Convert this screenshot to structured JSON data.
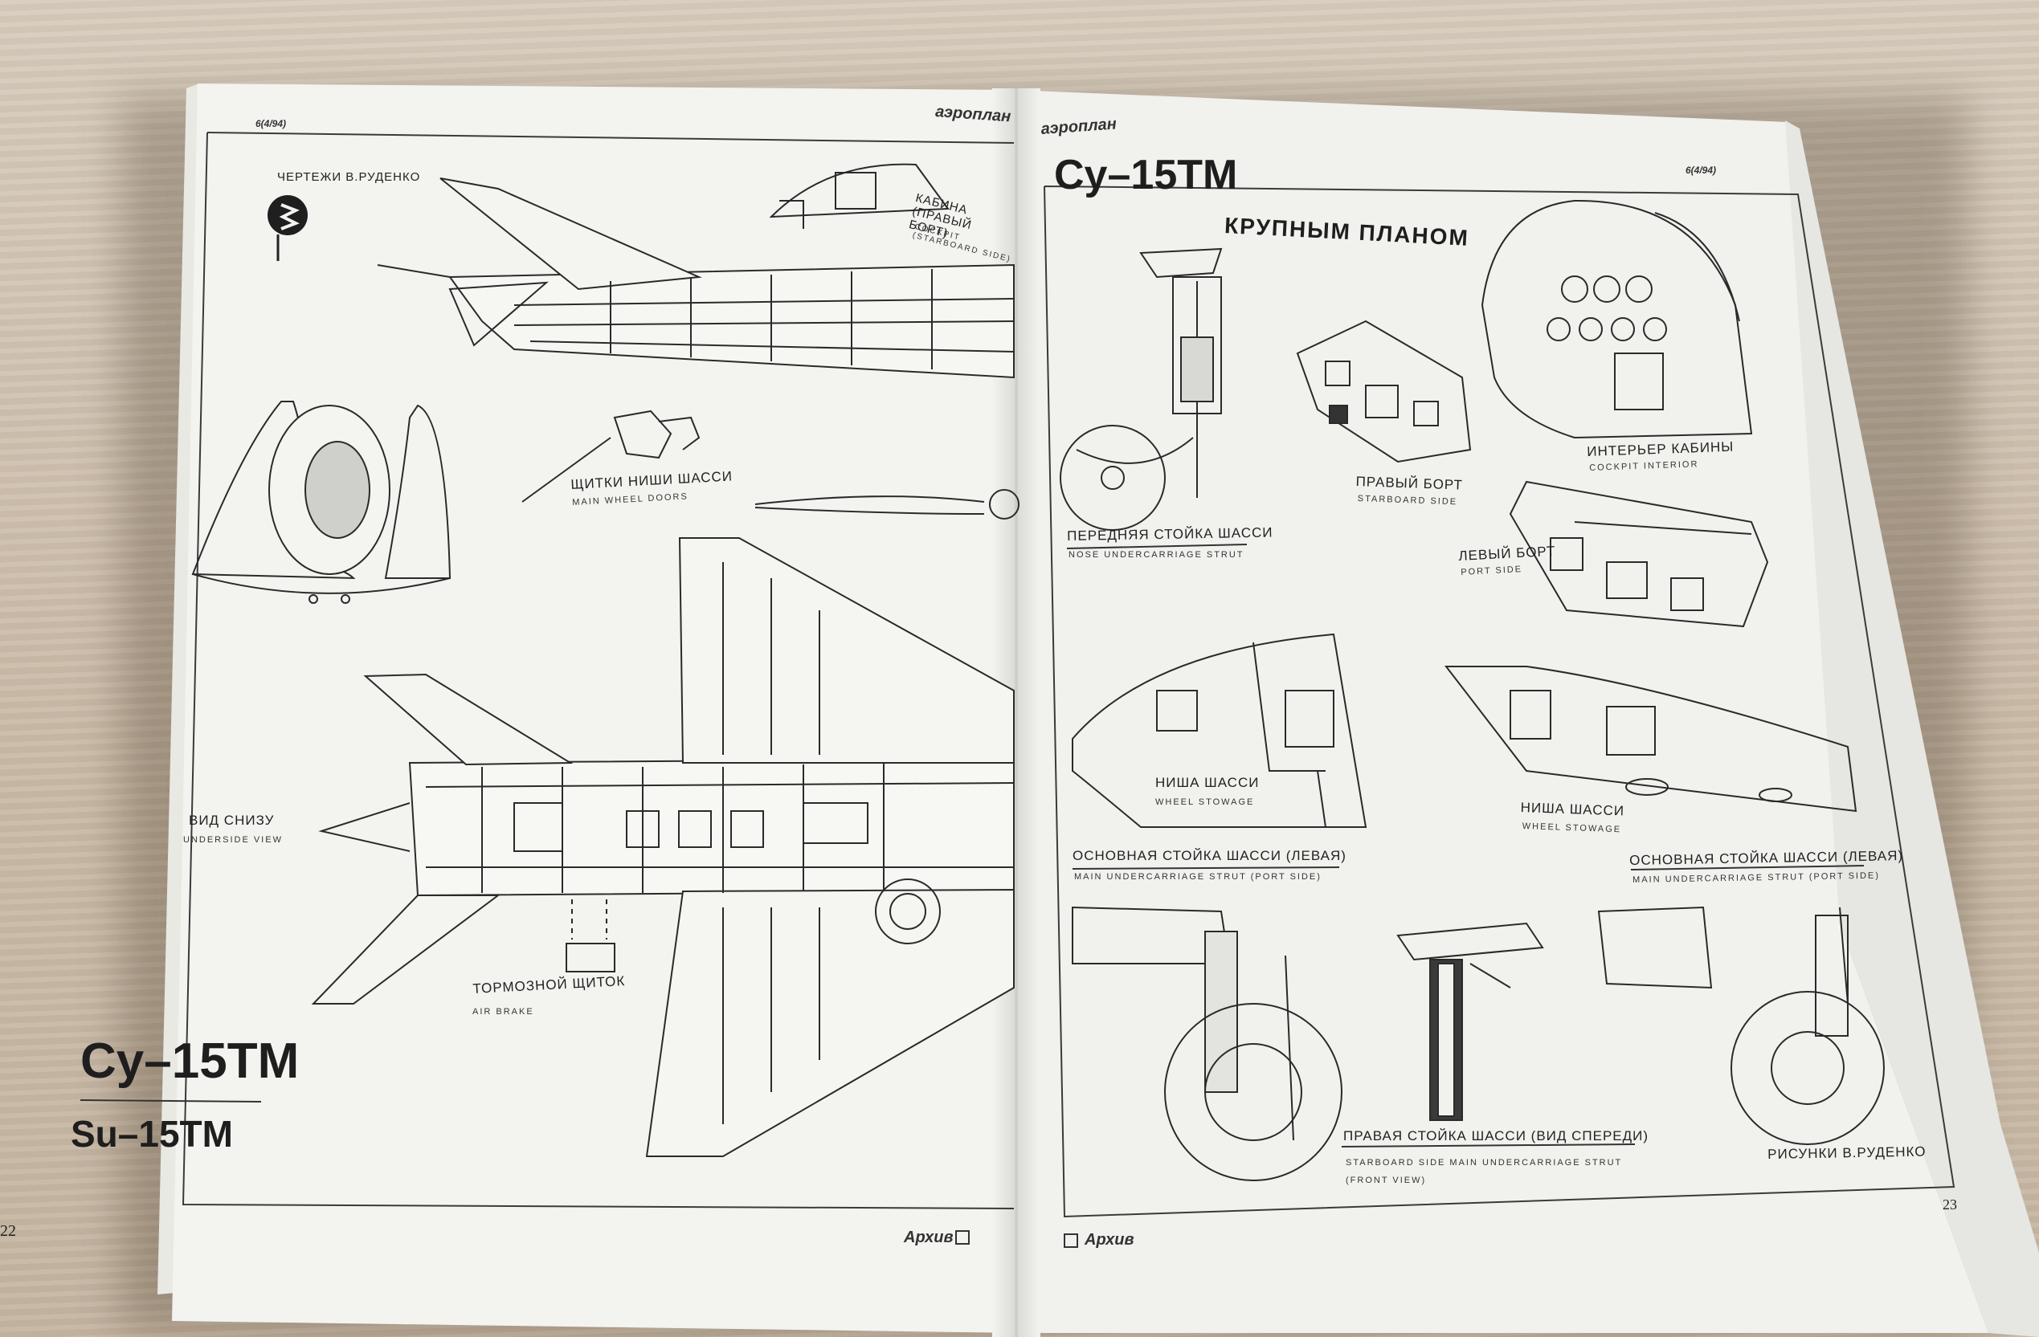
{
  "spread": {
    "left_page": {
      "header_mark": "6(4/94)",
      "logo": "аэроплан",
      "credit": "ЧЕРТЕЖИ В.РУДЕНКО",
      "labels": {
        "cockpit_ru": "КАБИНА (ПРАВЫЙ БОРТ)",
        "cockpit_en": "COCKPIT (STARBOARD SIDE)",
        "doors_ru": "ЩИТКИ НИШИ ШАССИ",
        "doors_en": "MAIN WHEEL DOORS",
        "underside_ru": "ВИД СНИЗУ",
        "underside_en": "UNDERSIDE VIEW",
        "brake_ru": "ТОРМОЗНОЙ ЩИТОК",
        "brake_en": "AIR BRAKE"
      },
      "title_ru": "Су–15ТМ",
      "title_en": "Su–15TM",
      "page_number": "22",
      "footer_section": "Архив"
    },
    "right_page": {
      "logo": "аэроплан",
      "header_mark": "6(4/94)",
      "title": "Су–15ТМ",
      "subtitle": "КРУПНЫМ ПЛАНОМ",
      "labels": {
        "nose_ru": "ПЕРЕДНЯЯ СТОЙКА ШАССИ",
        "nose_en": "NOSE UNDERCARRIAGE STRUT",
        "stbd_ru": "ПРАВЫЙ БОРТ",
        "stbd_en": "STARBOARD SIDE",
        "interior_ru": "ИНТЕРЬЕР КАБИНЫ",
        "interior_en": "COCKPIT INTERIOR",
        "port_ru": "ЛЕВЫЙ БОРТ",
        "port_en": "PORT SIDE",
        "stowage1_ru": "НИША ШАССИ",
        "stowage1_en": "WHEEL STOWAGE",
        "stowage2_ru": "НИША ШАССИ",
        "stowage2_en": "WHEEL STOWAGE",
        "main1_ru": "ОСНОВНАЯ СТОЙКА ШАССИ (ЛЕВАЯ)",
        "main1_en": "MAIN UNDERCARRIAGE STRUT (PORT SIDE)",
        "main2_ru": "ОСНОВНАЯ СТОЙКА ШАССИ (ЛЕВАЯ)",
        "main2_en": "MAIN UNDERCARRIAGE STRUT (PORT SIDE)",
        "front_ru": "ПРАВАЯ СТОЙКА ШАССИ (ВИД СПЕРЕДИ)",
        "front_en": "STARBOARD SIDE MAIN UNDERCARRIAGE STRUT (FRONT VIEW)"
      },
      "credit": "РИСУНКИ В.РУДЕНКО",
      "page_number": "23",
      "footer_section": "Архив"
    }
  },
  "colors": {
    "paper": "#f2f2ee",
    "ink": "#2a2a2a",
    "table": "#cdbfae"
  }
}
